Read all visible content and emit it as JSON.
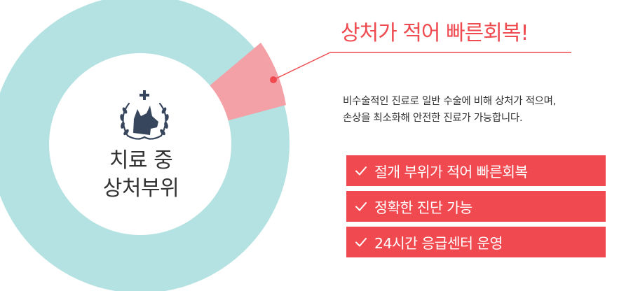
{
  "colors": {
    "ring": "#b4e1e1",
    "highlight": "#f3a0a6",
    "accent": "#ef4a4f",
    "text": "#333333"
  },
  "center_label": {
    "icon": "dog-emblem-icon",
    "line1": "치료 중",
    "line2": "상처부위"
  },
  "headline": "상처가 적어 빠른회복!",
  "description": {
    "line1": "비수술적인 진료로 일반 수술에 비해 상처가 적으며,",
    "line2": "손상을 최소화해 안전한 진료가 가능합니다."
  },
  "features": [
    {
      "icon": "check-icon",
      "label": "절개 부위가 적어 빠른회복"
    },
    {
      "icon": "check-icon",
      "label": "정확한 진단 가능"
    },
    {
      "icon": "check-icon",
      "label": "24시간 응급센터 운영"
    }
  ]
}
